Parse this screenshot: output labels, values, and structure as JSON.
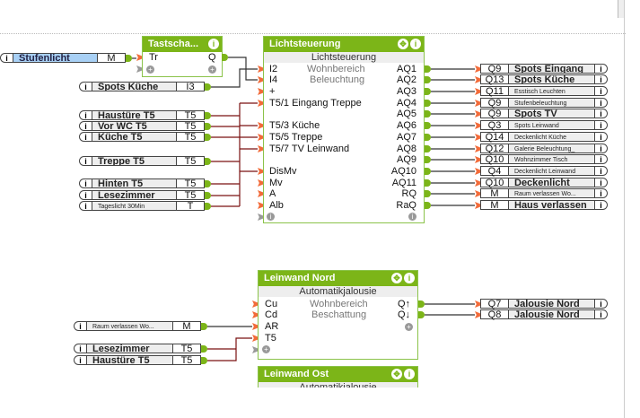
{
  "colors": {
    "block_header": "#7cb518",
    "input_connector": "#f26b3a",
    "output_connector": "#7cb518",
    "t5_wire": "#7a1010",
    "wire": "#333333",
    "highlight_label": "#a8d0f5"
  },
  "icons": {
    "info": "info-icon",
    "move": "move-icon",
    "plus": "add-connector-icon"
  },
  "left_inputs": [
    {
      "label": "Stufenlicht",
      "type": "M",
      "style": "blue"
    },
    {
      "label": "Spots Küche",
      "type": "I3"
    },
    {
      "label": "Haustüre T5",
      "type": "T5"
    },
    {
      "label": "Vor WC T5",
      "type": "T5"
    },
    {
      "label": "Küche T5",
      "type": "T5"
    },
    {
      "label": "Treppe T5",
      "type": "T5"
    },
    {
      "label": "Hinten T5",
      "type": "T5"
    },
    {
      "label": "Lesezimmer",
      "type": "T5"
    },
    {
      "label": "Tageslicht 30Min",
      "type": "T",
      "style": "small"
    }
  ],
  "tastschalter": {
    "title": "Tastscha...",
    "inputs": [
      "Tr"
    ],
    "outputs": [
      "Q"
    ]
  },
  "lichtsteuerung": {
    "title": "Lichtsteuerung",
    "subtitle": "Lichtsteuerung",
    "note1": "Wohnbereich",
    "note2": "Beleuchtung",
    "inputs": [
      "I2",
      "I4",
      "+",
      "T5/1 Eingang Treppe",
      "",
      "T5/3 Küche",
      "T5/5 Treppe",
      "T5/7 TV Leinwand",
      "",
      "DisMv",
      "Mv",
      "A",
      "Alb"
    ],
    "outputs": [
      "AQ1",
      "AQ2",
      "AQ3",
      "AQ4",
      "AQ5",
      "AQ6",
      "AQ7",
      "AQ8",
      "AQ9",
      "AQ10",
      "AQ11",
      "RQ",
      "RaQ"
    ]
  },
  "outputs": [
    {
      "type": "Q9",
      "label": "Spots Eingang"
    },
    {
      "type": "Q13",
      "label": "Spots Küche"
    },
    {
      "type": "Q11",
      "label": "Esstisch Leuchten",
      "style": "small"
    },
    {
      "type": "Q9",
      "label": "Stufenbeleuchtung",
      "style": "small"
    },
    {
      "type": "Q9",
      "label": "Spots TV"
    },
    {
      "type": "Q3",
      "label": "Spots Leinwand",
      "style": "small"
    },
    {
      "type": "Q14",
      "label": "Deckenlicht Küche",
      "style": "small"
    },
    {
      "type": "Q12",
      "label": "Galerie Beleuchtung_",
      "style": "small"
    },
    {
      "type": "Q10",
      "label": "Wohnzimmer Tisch",
      "style": "small"
    },
    {
      "type": "Q4",
      "label": "Deckenlicht Leinwand",
      "style": "small"
    },
    {
      "type": "Q10",
      "label": "Deckenlicht"
    },
    {
      "type": "M",
      "label": "Raum verlassen Wo...",
      "style": "small"
    },
    {
      "type": "M",
      "label": "Haus verlassen"
    }
  ],
  "leinwand_nord": {
    "title": "Leinwand Nord",
    "subtitle": "Automatikjalousie",
    "note1": "Wohnbereich",
    "note2": "Beschattung",
    "inputs": [
      "Cu",
      "Cd",
      "AR",
      "T5"
    ],
    "outputs": [
      "Q↑",
      "Q↓"
    ],
    "left_inputs": [
      {
        "label": "Raum verlassen Wo...",
        "type": "M",
        "style": "small"
      },
      {
        "label": "Lesezimmer",
        "type": "T5"
      },
      {
        "label": "Haustüre T5",
        "type": "T5"
      }
    ],
    "right_outputs": [
      {
        "type": "Q7",
        "label": "Jalousie Nord"
      },
      {
        "type": "Q8",
        "label": "Jalousie Nord"
      }
    ]
  },
  "leinwand_ost": {
    "title": "Leinwand Ost",
    "subtitle": "Automatikjalousie"
  }
}
